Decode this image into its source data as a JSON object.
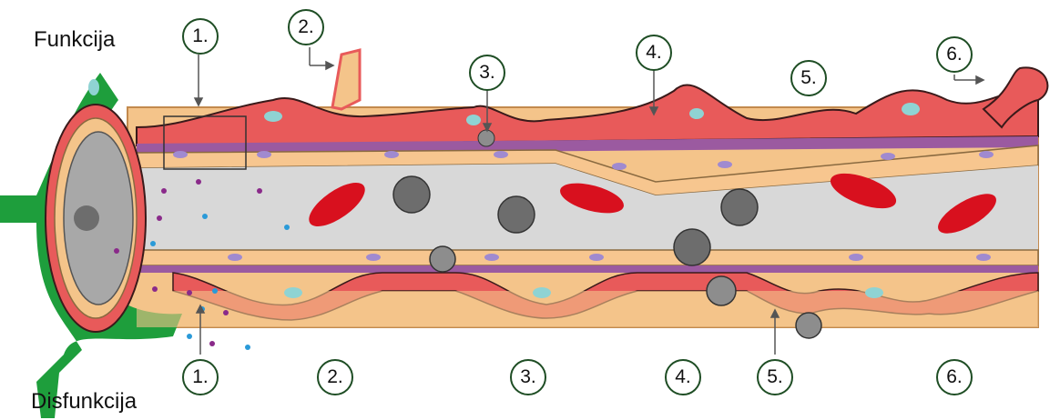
{
  "labels": {
    "top": "Funkcija",
    "bottom": "Disfunkcija"
  },
  "top_markers": [
    "1.",
    "2.",
    "3.",
    "4.",
    "5.",
    "6."
  ],
  "bottom_markers": [
    "1.",
    "2.",
    "3.",
    "4.",
    "5.",
    "6."
  ],
  "colors": {
    "vessel_lumen": "#d8d8d8",
    "endothelium": "#f7c68f",
    "pericyte": "#e85a5a",
    "nucleus": "#8fd3d3",
    "basement_membrane": "#9b5aa0",
    "astrocyte_endfoot": "#1e9e3c",
    "red_blood_cell": "#d8101e",
    "leukocyte": "#6d6d6d",
    "marker_border": "#1e4d24"
  }
}
